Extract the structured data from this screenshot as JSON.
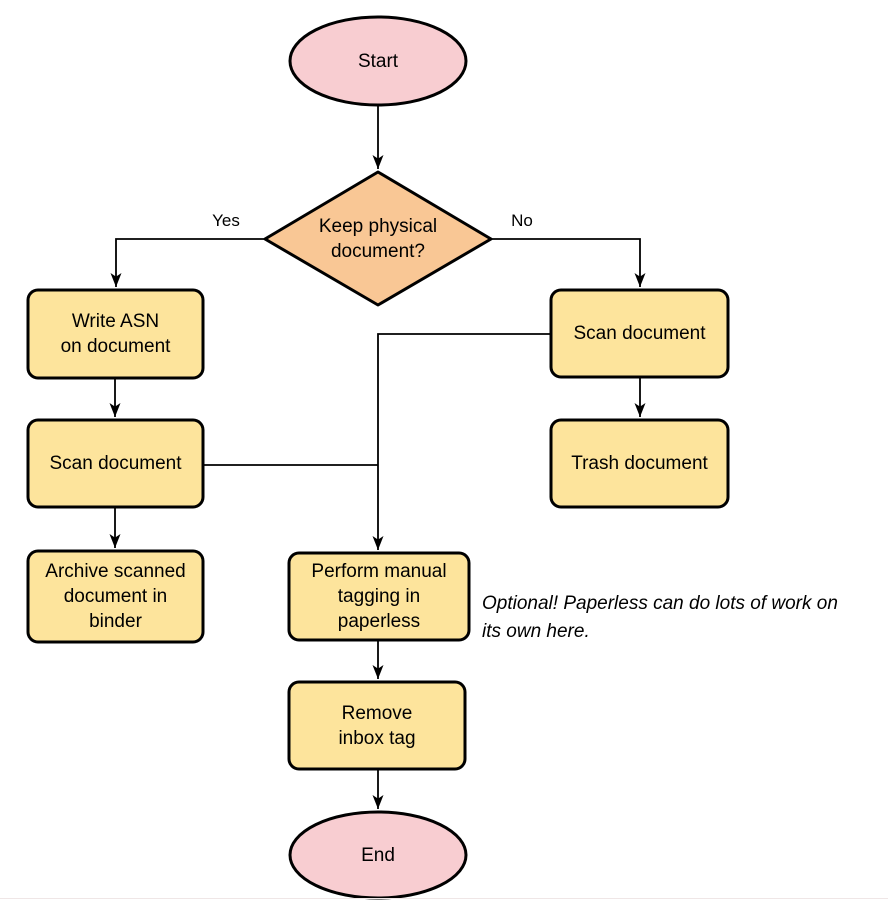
{
  "colors": {
    "terminal_fill": "#f8cdd1",
    "decision_fill": "#f9c795",
    "process_fill": "#fde49c",
    "shape_stroke": "#000000",
    "connector_stroke": "#000000"
  },
  "nodes": {
    "start": {
      "type": "terminal",
      "label": "Start"
    },
    "decision": {
      "type": "decision",
      "label": "Keep physical\ndocument?"
    },
    "write_asn": {
      "type": "process",
      "label": "Write ASN\non document"
    },
    "scan_left": {
      "type": "process",
      "label": "Scan document"
    },
    "archive": {
      "type": "process",
      "label": "Archive scanned\ndocument in\nbinder"
    },
    "scan_right": {
      "type": "process",
      "label": "Scan document"
    },
    "trash": {
      "type": "process",
      "label": "Trash document"
    },
    "perform_tagging": {
      "type": "process",
      "label": "Perform manual\ntagging in\npaperless"
    },
    "remove_inbox": {
      "type": "process",
      "label": "Remove\ninbox tag"
    },
    "end": {
      "type": "terminal",
      "label": "End"
    }
  },
  "edges": {
    "yes_label": "Yes",
    "no_label": "No",
    "flow": [
      {
        "from": "start",
        "to": "decision"
      },
      {
        "from": "decision",
        "to": "write_asn",
        "label": "Yes"
      },
      {
        "from": "decision",
        "to": "scan_right",
        "label": "No"
      },
      {
        "from": "write_asn",
        "to": "scan_left"
      },
      {
        "from": "scan_left",
        "to": "archive"
      },
      {
        "from": "scan_right",
        "to": "trash"
      },
      {
        "from": "scan_left",
        "to": "perform_tagging"
      },
      {
        "from": "scan_right",
        "to": "perform_tagging"
      },
      {
        "from": "perform_tagging",
        "to": "remove_inbox"
      },
      {
        "from": "remove_inbox",
        "to": "end"
      }
    ]
  },
  "annotation": {
    "text": "Optional! Paperless can do lots of work on\nits own here."
  }
}
